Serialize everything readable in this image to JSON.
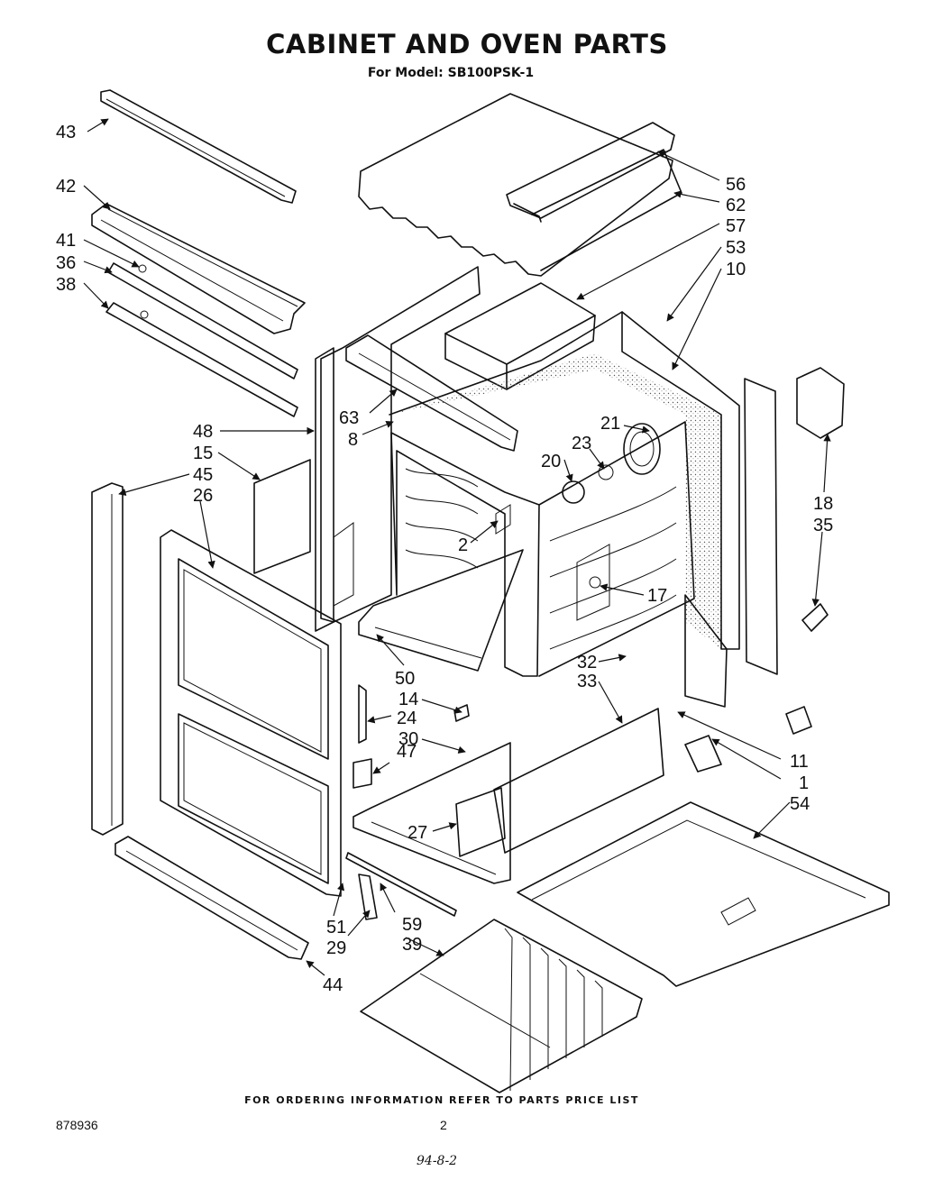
{
  "title": "CABINET AND OVEN PARTS",
  "subtitle": "For Model: SB100PSK-1",
  "footer": "FOR ORDERING INFORMATION REFER TO PARTS PRICE LIST",
  "doc_number": "878936",
  "page_number": "2",
  "handwritten_note": "94-8-2",
  "callouts": [
    "43",
    "42",
    "41",
    "36",
    "38",
    "56",
    "62",
    "57",
    "53",
    "10",
    "63",
    "8",
    "21",
    "23",
    "20",
    "48",
    "15",
    "45",
    "26",
    "2",
    "18",
    "35",
    "17",
    "50",
    "14",
    "24",
    "30",
    "47",
    "32",
    "33",
    "11",
    "1",
    "54",
    "27",
    "51",
    "29",
    "59",
    "39",
    "44"
  ]
}
